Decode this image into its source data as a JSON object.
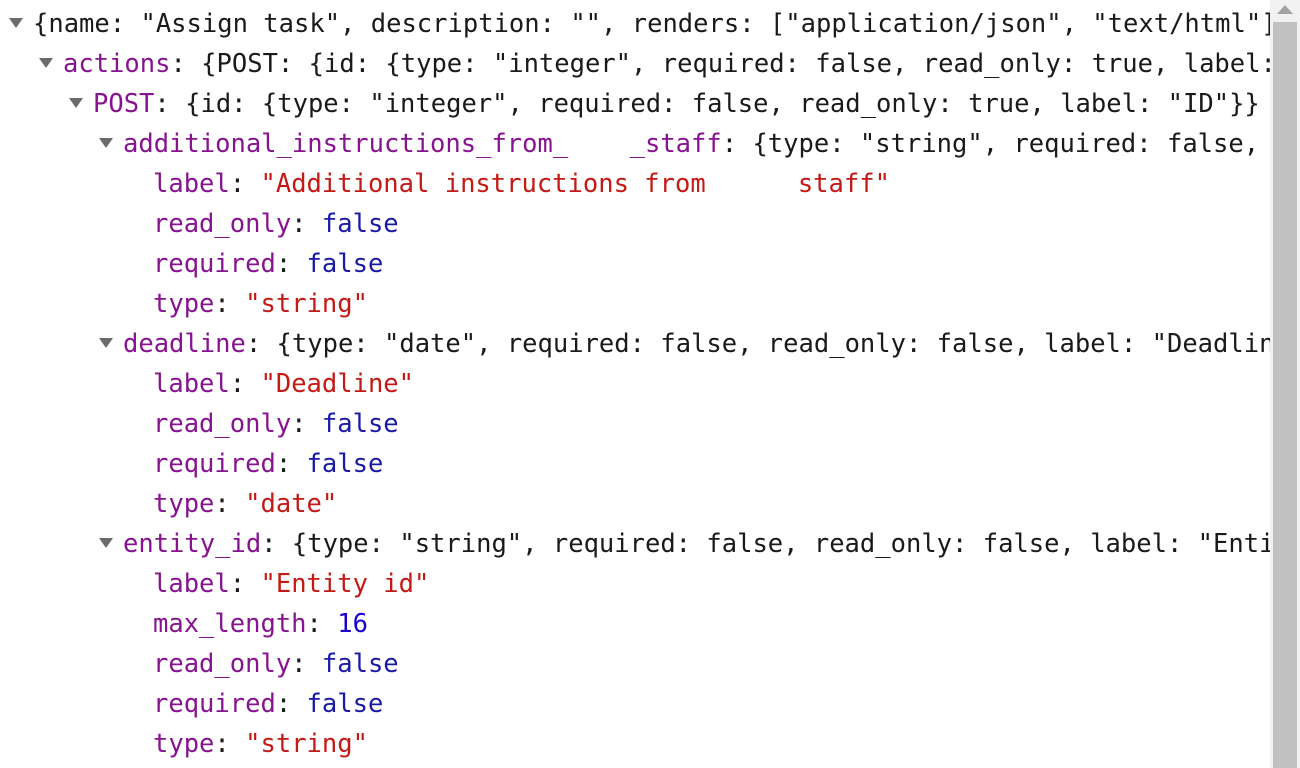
{
  "lines": [
    {
      "indent": 0,
      "toggle": true,
      "parts": [
        {
          "t": "p",
          "v": "{name: \"Assign task\", description: \"\", renders: [\"application/json\", \"text/html\"], parses: [\"application/json\"]}"
        }
      ]
    },
    {
      "indent": 1,
      "toggle": true,
      "parts": [
        {
          "t": "k",
          "v": "actions"
        },
        {
          "t": "p",
          "v": ": {POST: {id: {type: \"integer\", required: false, read_only: true, label: \"ID\"}}}"
        }
      ]
    },
    {
      "indent": 2,
      "toggle": true,
      "parts": [
        {
          "t": "k",
          "v": "POST"
        },
        {
          "t": "p",
          "v": ": {id: {type: \"integer\", required: false, read_only: true, label: \"ID\"}}"
        }
      ]
    },
    {
      "indent": 3,
      "toggle": true,
      "parts": [
        {
          "t": "k",
          "v": "additional_instructions_from_    _staff"
        },
        {
          "t": "p",
          "v": ": {type: \"string\", required: false, read_only: false}"
        }
      ]
    },
    {
      "indent": 4,
      "toggle": false,
      "parts": [
        {
          "t": "k",
          "v": "label"
        },
        {
          "t": "p",
          "v": ": "
        },
        {
          "t": "s",
          "v": "\"Additional instructions from      staff\""
        }
      ]
    },
    {
      "indent": 4,
      "toggle": false,
      "parts": [
        {
          "t": "k",
          "v": "read_only"
        },
        {
          "t": "p",
          "v": ": "
        },
        {
          "t": "b",
          "v": "false"
        }
      ]
    },
    {
      "indent": 4,
      "toggle": false,
      "parts": [
        {
          "t": "k",
          "v": "required"
        },
        {
          "t": "p",
          "v": ": "
        },
        {
          "t": "b",
          "v": "false"
        }
      ]
    },
    {
      "indent": 4,
      "toggle": false,
      "parts": [
        {
          "t": "k",
          "v": "type"
        },
        {
          "t": "p",
          "v": ": "
        },
        {
          "t": "s",
          "v": "\"string\""
        }
      ]
    },
    {
      "indent": 3,
      "toggle": true,
      "parts": [
        {
          "t": "k",
          "v": "deadline"
        },
        {
          "t": "p",
          "v": ": {type: \"date\", required: false, read_only: false, label: \"Deadline\"}"
        }
      ]
    },
    {
      "indent": 4,
      "toggle": false,
      "parts": [
        {
          "t": "k",
          "v": "label"
        },
        {
          "t": "p",
          "v": ": "
        },
        {
          "t": "s",
          "v": "\"Deadline\""
        }
      ]
    },
    {
      "indent": 4,
      "toggle": false,
      "parts": [
        {
          "t": "k",
          "v": "read_only"
        },
        {
          "t": "p",
          "v": ": "
        },
        {
          "t": "b",
          "v": "false"
        }
      ]
    },
    {
      "indent": 4,
      "toggle": false,
      "parts": [
        {
          "t": "k",
          "v": "required"
        },
        {
          "t": "p",
          "v": ": "
        },
        {
          "t": "b",
          "v": "false"
        }
      ]
    },
    {
      "indent": 4,
      "toggle": false,
      "parts": [
        {
          "t": "k",
          "v": "type"
        },
        {
          "t": "p",
          "v": ": "
        },
        {
          "t": "s",
          "v": "\"date\""
        }
      ]
    },
    {
      "indent": 3,
      "toggle": true,
      "parts": [
        {
          "t": "k",
          "v": "entity_id"
        },
        {
          "t": "p",
          "v": ": {type: \"string\", required: false, read_only: false, label: \"Entity id\"}"
        }
      ]
    },
    {
      "indent": 4,
      "toggle": false,
      "parts": [
        {
          "t": "k",
          "v": "label"
        },
        {
          "t": "p",
          "v": ": "
        },
        {
          "t": "s",
          "v": "\"Entity id\""
        }
      ]
    },
    {
      "indent": 4,
      "toggle": false,
      "parts": [
        {
          "t": "k",
          "v": "max_length"
        },
        {
          "t": "p",
          "v": ": "
        },
        {
          "t": "n",
          "v": "16"
        }
      ]
    },
    {
      "indent": 4,
      "toggle": false,
      "parts": [
        {
          "t": "k",
          "v": "read_only"
        },
        {
          "t": "p",
          "v": ": "
        },
        {
          "t": "b",
          "v": "false"
        }
      ]
    },
    {
      "indent": 4,
      "toggle": false,
      "parts": [
        {
          "t": "k",
          "v": "required"
        },
        {
          "t": "p",
          "v": ": "
        },
        {
          "t": "b",
          "v": "false"
        }
      ]
    },
    {
      "indent": 4,
      "toggle": false,
      "parts": [
        {
          "t": "k",
          "v": "type"
        },
        {
          "t": "p",
          "v": ": "
        },
        {
          "t": "s",
          "v": "\"string\""
        }
      ]
    }
  ],
  "colors": {
    "key": "#881391",
    "string": "#c41a16",
    "boolean": "#1a1aa6",
    "number": "#1c00cf",
    "punctuation": "#1a1a1a",
    "toggle": "#6b6b6b",
    "scrollbar_track": "#f1f1f1",
    "scrollbar_thumb": "#c1c1c1"
  },
  "icons": {
    "expanded_toggle": "triangle-down-icon",
    "scroll_up": "triangle-up-icon"
  }
}
